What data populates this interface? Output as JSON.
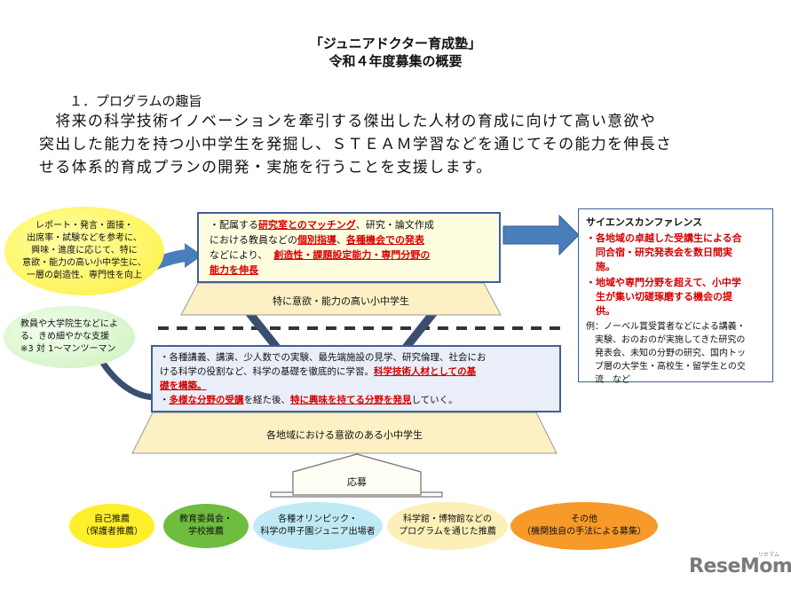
{
  "title": "「ジュニアドクター育成塾」",
  "subtitle": "令和４年度募集の概要",
  "section_heading": "１．プログラムの趣旨",
  "purpose_lines": [
    "　将来の科学技術イノベーションを牽引する傑出した人材の育成に向けて高い意欲や",
    "突出した能力を持つ小中学生を発掘し、ＳＴＥＡＭ学習などを通じてその能力を伸長さ",
    "せる体系的育成プランの開発・実施を行うことを支援します。"
  ],
  "ellipse_top": [
    "レポート・発言・面接・",
    "出席率・試験などを参考に、",
    "興味・進度に応じて、特に",
    "意欲・能力の高い小中学生に、",
    "一層の創造性、専門性を向上"
  ],
  "ellipse_mid": [
    "教員や大学院生などによ",
    "る、きめ細やかな支援",
    "※3 対 1～マンツーマン"
  ],
  "upper_box": {
    "l1_a": "・配属する",
    "l1_red1": "研究室とのマッチング",
    "l1_b": "、研究・論文作成",
    "l2_a": "における教員などの",
    "l2_red1": "個別指導",
    "l2_b": "、",
    "l2_red2": "各種機会での発表",
    "l3_a": "などにより、",
    "l3_red": "創造性・課題設定能力・専門分野の",
    "l4_red": "能力を伸長"
  },
  "upper_tier_label": "特に意欲・能力の高い小中学生",
  "lower_box": {
    "l1": "・各種講義、講演、少人数での実験、最先端施設の見学、研究倫理、社会にお",
    "l2_a": "ける科学の役割など、科学の基礎を徹底的に学習。",
    "l2_red": "科学技術人材としての基",
    "l3_red": "礎を構築。",
    "l4_a": "・",
    "l4_red1": "多様な分野の受講",
    "l4_b": "を経た後、",
    "l4_red2": "特に興味を持てる分野を発見",
    "l4_c": "していく。"
  },
  "lower_tier_label": "各地域における意欲のある小中学生",
  "apply_label": "応募",
  "science_conf": {
    "title": "サイエンスカンファレンス",
    "item1": [
      "・各地域の卓越した受講生による合",
      "　同合宿・研究発表会を数日間実",
      "　施。"
    ],
    "item2": [
      "・地域や専門分野を超えて、小中学",
      "　生が集い切磋琢磨する機会の提",
      "　供。"
    ],
    "example": [
      "例：ノーベル賞受賞者などによる講義・",
      "　実験、おのおのが実施してきた研究の",
      "　発表会、未知の分野の研究、国内トッ",
      "　プ層の大学生・高校生・留学生との交",
      "　流　など"
    ]
  },
  "sources": [
    {
      "lines": [
        "自己推薦",
        "（保護者推薦）"
      ],
      "color": "#ffef2b"
    },
    {
      "lines": [
        "教育委員会・",
        "学校推薦"
      ],
      "color": "#6fbd3f"
    },
    {
      "lines": [
        "各種オリンピック・",
        "科学の甲子園ジュニア出場者"
      ],
      "color": "#bfeaf5"
    },
    {
      "lines": [
        "科学館・博物館などの",
        "プログラムを通じた推薦"
      ],
      "color": "#fcefb8"
    },
    {
      "lines": [
        "その他",
        "（機関独自の手法による募集）"
      ],
      "color": "#f79a2a"
    }
  ],
  "logo": "ReseMom",
  "logo_sub": "リセマム",
  "colors": {
    "arrow_blue": "#4a7ebb",
    "box_blue_border": "#3e5f9a",
    "box_fill_lower": "#e9eef8",
    "box_fill_upper": "#fffde0",
    "tier_fill": "#fdf0c4",
    "red": "#d40000"
  }
}
